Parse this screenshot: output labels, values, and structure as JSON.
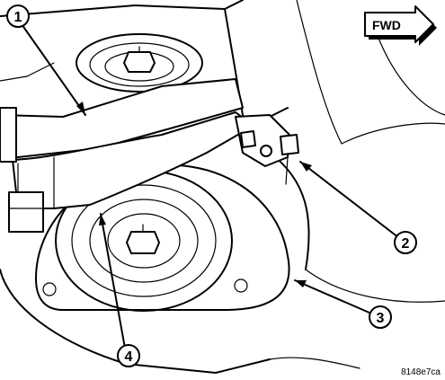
{
  "direction_label": "FWD",
  "figure_code": "8148e7ca",
  "callouts": [
    {
      "number": "1"
    },
    {
      "number": "2"
    },
    {
      "number": "3"
    },
    {
      "number": "4"
    }
  ]
}
